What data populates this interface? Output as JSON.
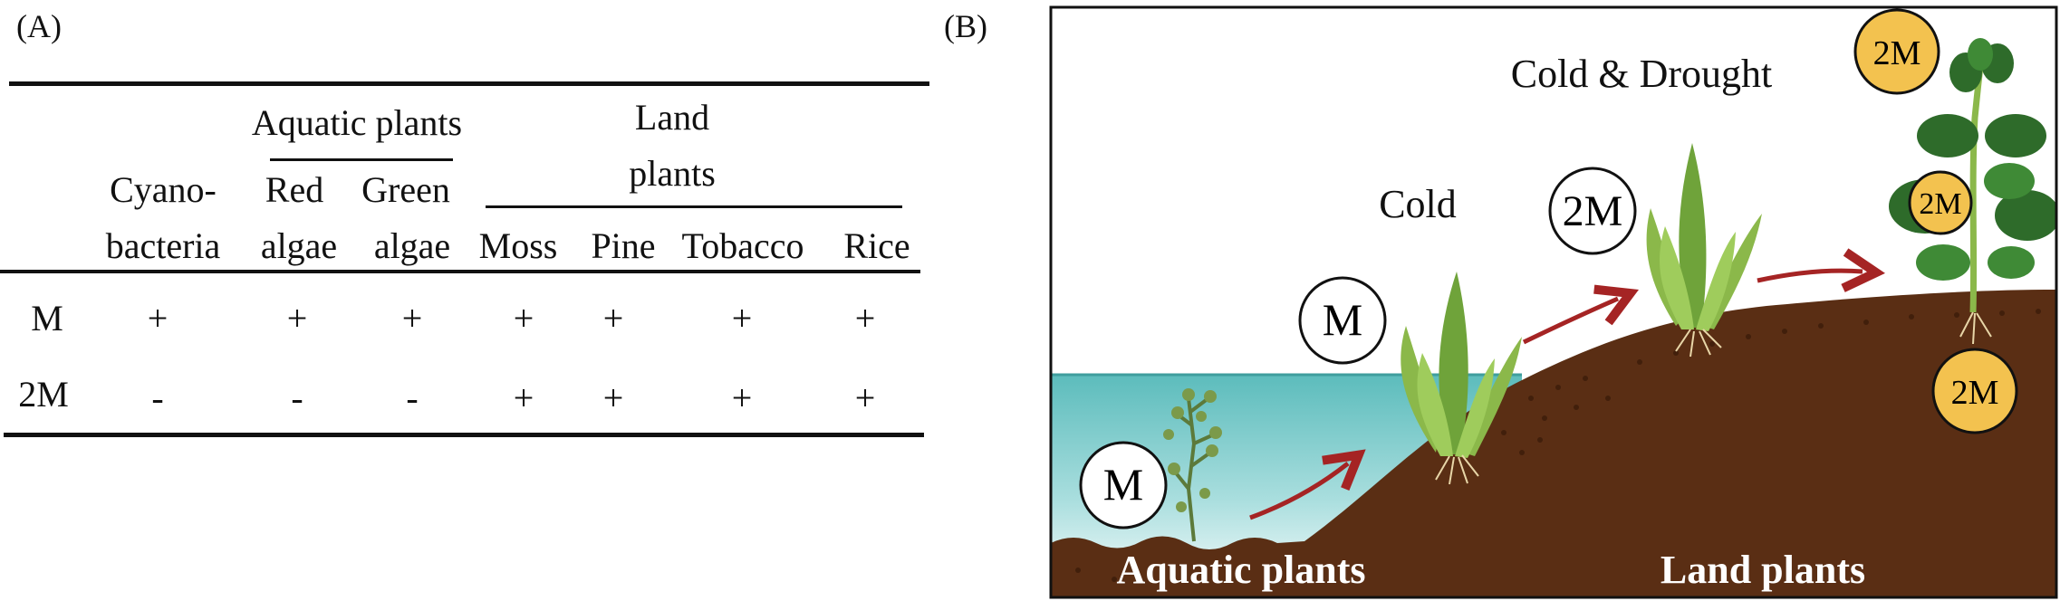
{
  "panel_a": {
    "label": "(A)",
    "group_headers": {
      "aquatic": "Aquatic plants",
      "land_line1": "Land",
      "land_line2": "plants"
    },
    "columns": [
      {
        "line1": "Cyano-",
        "line2": "bacteria"
      },
      {
        "line1": "Red",
        "line2": "algae"
      },
      {
        "line1": "Green",
        "line2": "algae"
      },
      {
        "line1": "",
        "line2": "Moss"
      },
      {
        "line1": "",
        "line2": "Pine"
      },
      {
        "line1": "",
        "line2": "Tobacco"
      },
      {
        "line1": "",
        "line2": "Rice"
      }
    ],
    "rows": [
      {
        "label": "M",
        "cells": [
          "+",
          "+",
          "+",
          "+",
          "+",
          "+",
          "+"
        ]
      },
      {
        "label": "2M",
        "cells": [
          "-",
          "-",
          "-",
          "+",
          "+",
          "+",
          "+"
        ]
      }
    ]
  },
  "panel_b": {
    "label": "(B)",
    "cold": "Cold",
    "cold_drought": "Cold & Drought",
    "aquatic_label": "Aquatic plants",
    "land_label": "Land plants",
    "badges": {
      "m_aquatic": "M",
      "m_slope": "M",
      "two_m_hill": "2M",
      "two_m_top": "2M",
      "two_m_mid": "2M",
      "two_m_root": "2M"
    },
    "colors": {
      "soil": "#5a2e14",
      "water": "#6cc6c6",
      "arrow": "#a52424",
      "badge_fill": "#f3c24f",
      "plant_light": "#8bb84a",
      "plant_dark": "#2e6b2a"
    }
  }
}
